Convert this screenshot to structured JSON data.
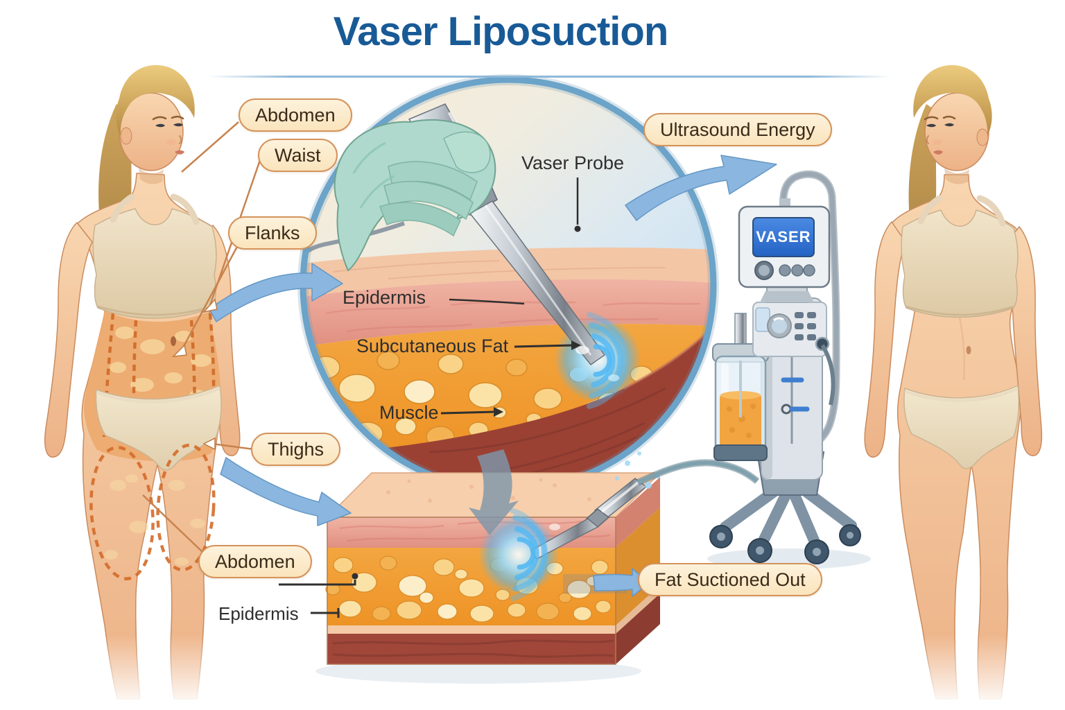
{
  "title": "Vaser Liposuction",
  "body_labels": {
    "abdomen_top": "Abdomen",
    "waist": "Waist",
    "flanks": "Flanks",
    "thighs": "Thighs",
    "abdomen_bottom": "Abdomen"
  },
  "inset_labels": {
    "vaser_probe": "Vaser Probe",
    "epidermis": "Epidermis",
    "subcutaneous_fat": "Subcutaneous Fat",
    "muscle": "Muscle"
  },
  "flow_labels": {
    "ultrasound_energy": "Ultrasound Energy",
    "fat_suctioned_out": "Fat Suctioned Out"
  },
  "block_labels": {
    "epidermis": "Epidermis"
  },
  "machine": {
    "screen_label": "VASER"
  },
  "colors": {
    "title_blue": "#185A96",
    "pill_bg": "#FDEED2",
    "pill_border": "#D4935B",
    "arrow_blue": "#8AB6DF",
    "circle_rim": "#6BA3C9",
    "screen_blue": "#2E6FD4",
    "fat_orange": "#F09C35",
    "muscle_red": "#A0473A",
    "glove_mint": "#AED9CC"
  }
}
